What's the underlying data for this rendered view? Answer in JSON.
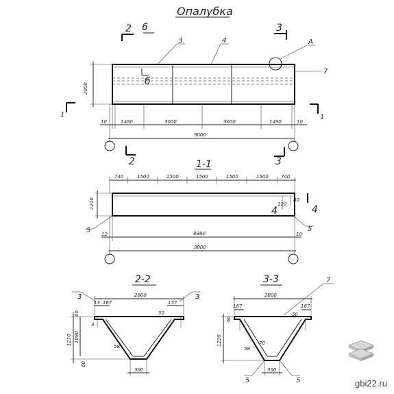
{
  "title": "Опалубка",
  "plan": {
    "section_marks": {
      "left_top_a": "2",
      "left_top_b": "6",
      "right_top": "3",
      "left_bottom": "2",
      "right_bottom": "3",
      "side_left": "1",
      "side_right": "1"
    },
    "callouts": {
      "c3": "3",
      "c4": "4",
      "cA": "А",
      "c7": "7",
      "c6": "б"
    },
    "height": "2000",
    "dims_bottom": [
      "10",
      "1490",
      "3000",
      "3000",
      "1490",
      "10"
    ],
    "overall": "9000"
  },
  "section11": {
    "label": "1-1",
    "dims_top": [
      "740",
      "1500",
      "1500",
      "1500",
      "1500",
      "1500",
      "740"
    ],
    "height": "1210",
    "small_a": "120",
    "small_b": "80",
    "mark_left_4": "4",
    "mark_right_4": "4",
    "callout_5_left": "5",
    "callout_5_right": "5",
    "dim_left": "12",
    "dim_right": "10",
    "inner": "8980",
    "overall": "9000"
  },
  "section22": {
    "label": "2-2",
    "callout3_left": "3",
    "callout3_right": "3",
    "width": "2600",
    "d13": "13",
    "d167": "167",
    "d157": "157",
    "d50": "50",
    "d60": "60",
    "d1210": "1210",
    "d1090": "1090",
    "d58": "58",
    "d300": "300",
    "d60b": "60",
    "d3": "3"
  },
  "section33": {
    "label": "3-3",
    "callout7": "7",
    "width": "2800",
    "d167": "167",
    "d167b": "167",
    "d50": "50",
    "d60": "60",
    "d1210": "1210",
    "d58": "58",
    "d70": "70",
    "d300": "300",
    "c5l": "5",
    "c5r": "5"
  },
  "watermark": "gbi22.ru"
}
